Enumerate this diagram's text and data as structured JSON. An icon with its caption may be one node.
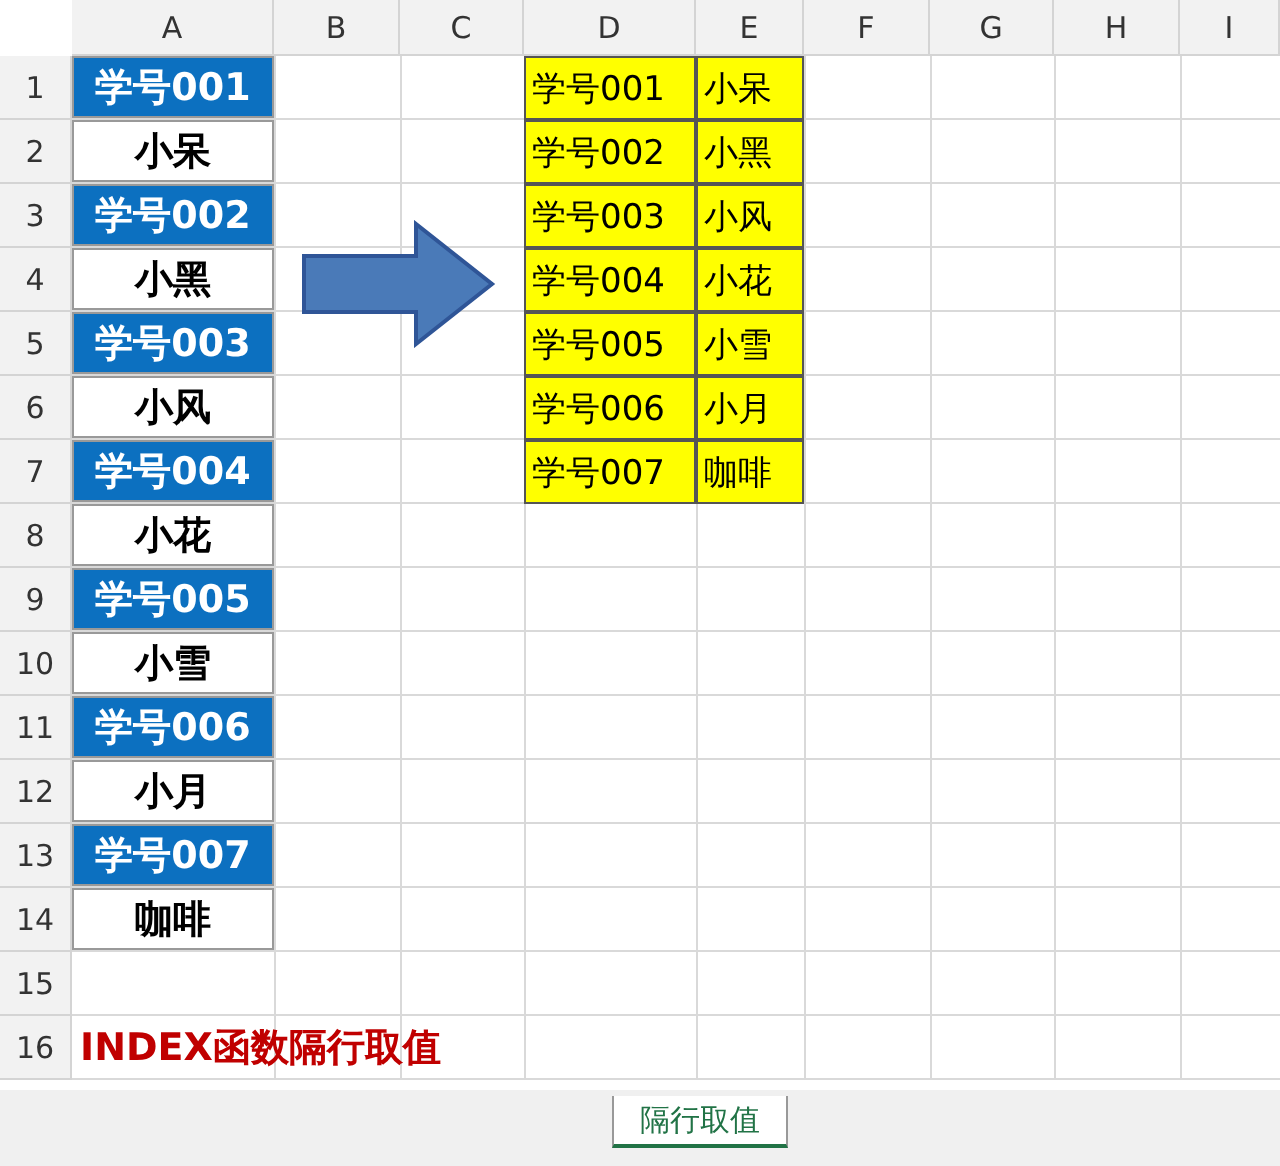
{
  "diagram": {
    "labels": [
      "A",
      "B",
      "C",
      "D",
      "E",
      "F",
      "G",
      "H",
      "I",
      "1",
      "学号001",
      "学号001",
      "小呆",
      "2",
      "小呆",
      "学号002",
      "小黑",
      "3",
      "学号002",
      "学号003",
      "小风",
      "4",
      "小黑",
      "学号004",
      "小花",
      "5",
      "学号003",
      "学号005",
      "小雪",
      "6",
      "小风",
      "学号006",
      "小月",
      "7",
      "学号004",
      "学号007",
      "咖啡",
      "8",
      "小花",
      "9",
      "学号005",
      "10",
      "小雪",
      "11",
      "学号006",
      "12",
      "小月",
      "13",
      "学号007",
      "14",
      "咖啡",
      "15",
      "16",
      "INDEX函数隔行取值",
      "隔行取值"
    ]
  }
}
